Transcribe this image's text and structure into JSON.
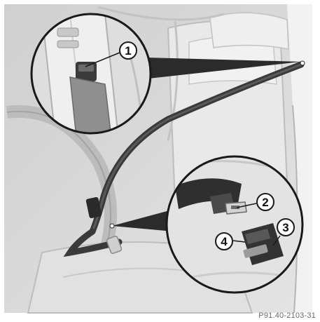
{
  "figure": {
    "reference_code": "P91.40-2103-31"
  },
  "callouts": [
    {
      "id": "1",
      "label": "1"
    },
    {
      "id": "2",
      "label": "2"
    },
    {
      "id": "3",
      "label": "3"
    },
    {
      "id": "4",
      "label": "4"
    }
  ],
  "colors": {
    "background": "#ffffff",
    "interior_base": "#d8d8d8",
    "belt": "#2e2e2e",
    "magnifier_ring": "#1a1a1a",
    "callout_fill": "#ffffff"
  }
}
